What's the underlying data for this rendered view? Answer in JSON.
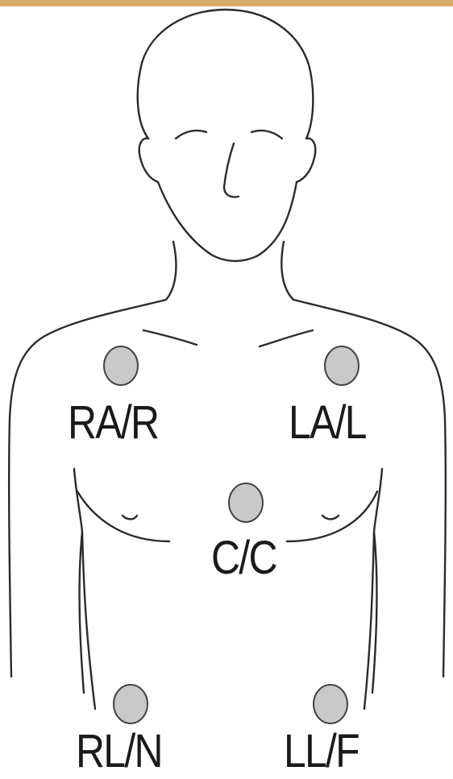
{
  "diagram": {
    "colors": {
      "border_band": "#d9ad6e",
      "outline": "#2b2b2b",
      "electrode_fill": "#c9c9c9",
      "label_text": "#1a1a1a"
    },
    "electrodes": [
      {
        "id": "ra",
        "label": "RA/R"
      },
      {
        "id": "la",
        "label": "LA/L"
      },
      {
        "id": "c",
        "label": "C/C"
      },
      {
        "id": "rl",
        "label": "RL/N"
      },
      {
        "id": "ll",
        "label": "LL/F"
      }
    ]
  }
}
